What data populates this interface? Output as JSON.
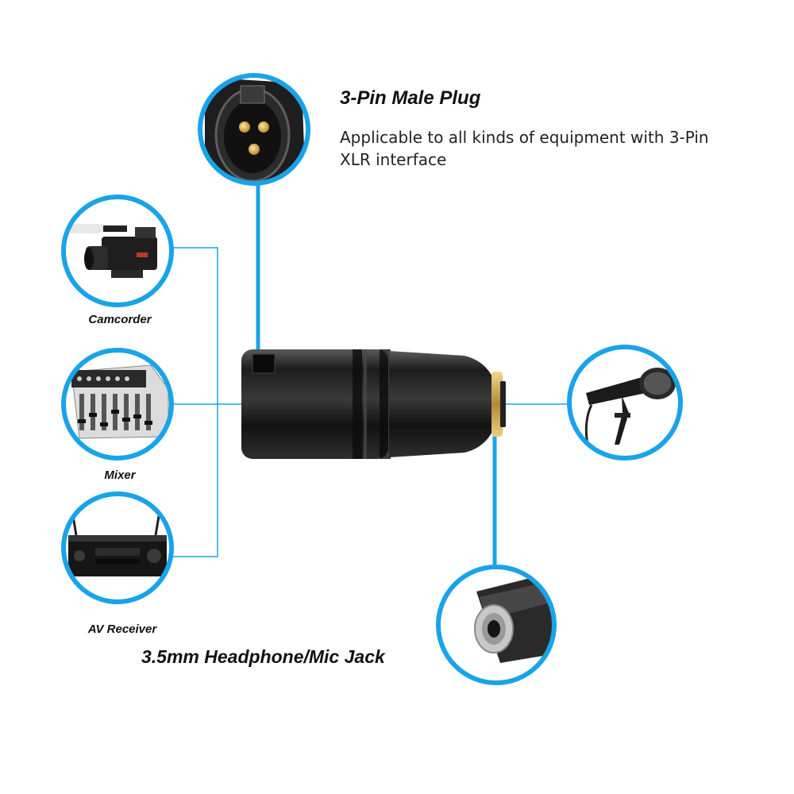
{
  "title": {
    "plug": "3-Pin Male Plug",
    "jack": "3.5mm Headphone/Mic Jack"
  },
  "description": {
    "line1": "Applicable to all kinds of equipment with 3-Pin",
    "line2": "XLR interface"
  },
  "devices": [
    {
      "label": "Camcorder",
      "icon": "camcorder-icon"
    },
    {
      "label": "Mixer",
      "icon": "mixer-icon"
    },
    {
      "label": "AV Receiver",
      "icon": "av-receiver-icon"
    }
  ],
  "colors": {
    "accent": "#1aa3e8",
    "connector": "#2a2a2a",
    "text": "#111111"
  }
}
